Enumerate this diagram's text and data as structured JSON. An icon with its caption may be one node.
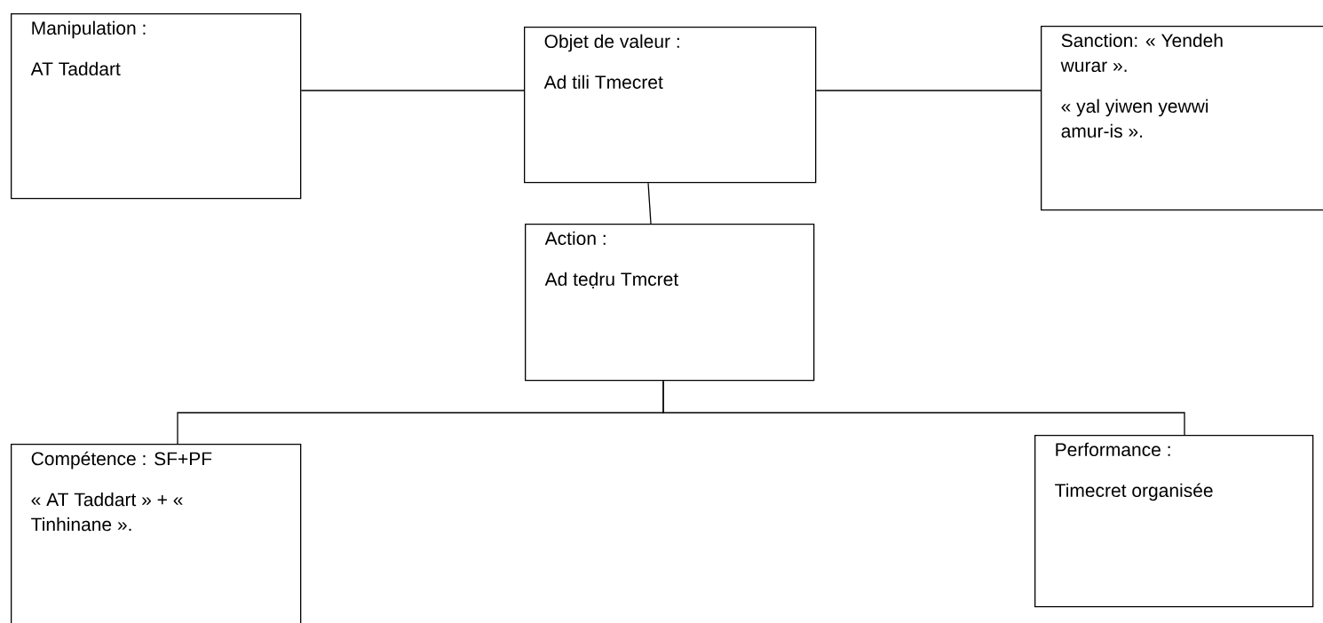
{
  "diagram": {
    "nodes": [
      {
        "text": [
          "Manipulation :",
          "AT Taddart"
        ]
      },
      {
        "text": [
          "Objet de valeur :",
          "Ad tili Tmecret"
        ]
      },
      {
        "text": [
          "Sanction: « Yendeh wurar ».",
          "« yal yiwen yewwi amur-is »."
        ]
      },
      {
        "text": [
          "Action :",
          "Ad teḍru Tmcret"
        ]
      },
      {
        "text": [
          "Compétence : SF+PF",
          "« AT Taddart » + « Tinhinane »."
        ]
      },
      {
        "text": [
          "Performance :",
          "Timecret organisée"
        ]
      }
    ],
    "edges": [
      {
        "from": 0,
        "to": 1,
        "arrow": "none"
      },
      {
        "from": 1,
        "to": 2,
        "arrow": "none"
      },
      {
        "from": 1,
        "to": 3,
        "arrow": "none"
      },
      {
        "from": 3,
        "to": 4,
        "arrow": "none"
      },
      {
        "from": 3,
        "to": 5,
        "arrow": "none"
      }
    ]
  }
}
